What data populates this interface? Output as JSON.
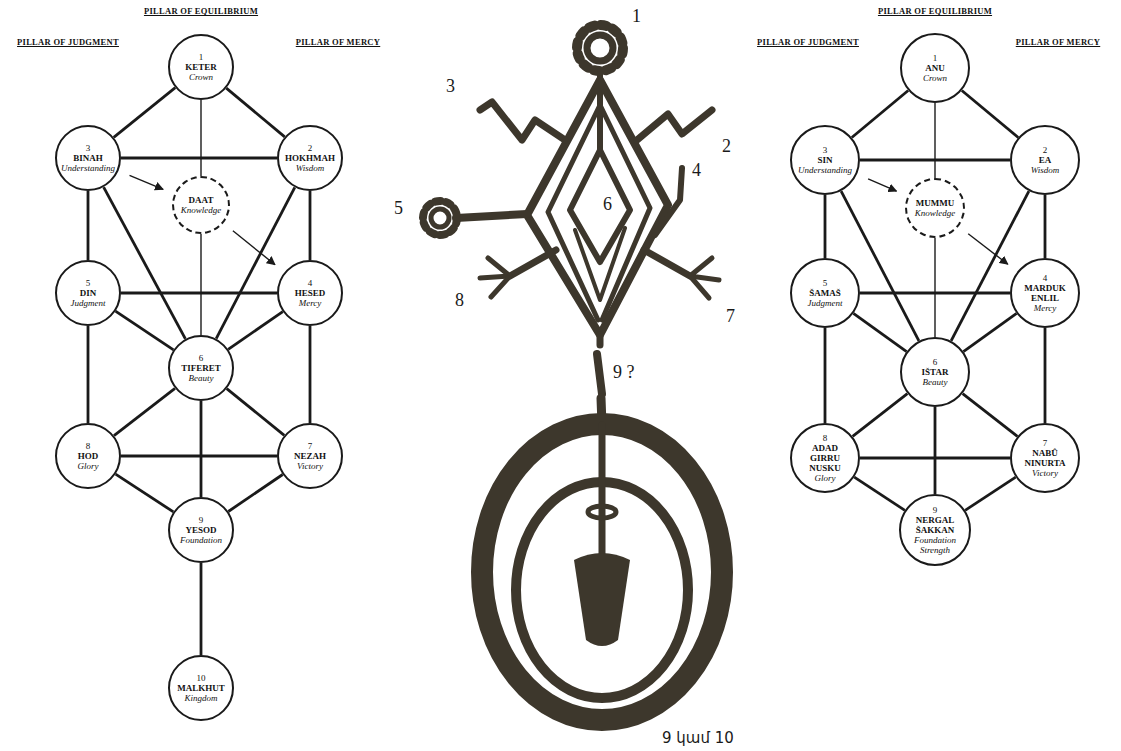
{
  "diagram": {
    "nodes": [
      {
        "text": [
          "1",
          "KETER",
          "Crown"
        ]
      },
      {
        "text": [
          "3",
          "BINAH",
          "Understanding"
        ]
      },
      {
        "text": [
          "2",
          "HOKHMAH",
          "Wisdom"
        ]
      },
      {
        "text": [
          "DAAT",
          "Knowledge"
        ]
      },
      {
        "text": [
          "5",
          "DIN",
          "Judgment"
        ]
      },
      {
        "text": [
          "4",
          "HESED",
          "Mercy"
        ]
      },
      {
        "text": [
          "6",
          "TIFERET",
          "Beauty"
        ]
      },
      {
        "text": [
          "8",
          "HOD",
          "Glory"
        ]
      },
      {
        "text": [
          "7",
          "NEZAH",
          "Victory"
        ]
      },
      {
        "text": [
          "9",
          "YESOD",
          "Foundation"
        ]
      },
      {
        "text": [
          "10",
          "MALKHUT",
          "Kingdom"
        ]
      },
      {
        "text": [
          "1",
          "ANU",
          "Crown"
        ]
      },
      {
        "text": [
          "3",
          "SIN",
          "Understanding"
        ]
      },
      {
        "text": [
          "2",
          "EA",
          "Wisdom"
        ]
      },
      {
        "text": [
          "MUMMU",
          "Knowledge"
        ]
      },
      {
        "text": [
          "5",
          "ŠAMAŠ",
          "Judgment"
        ]
      },
      {
        "text": [
          "4",
          "MARDUK ENLIL",
          "Mercy"
        ]
      },
      {
        "text": [
          "6",
          "IŠTAR",
          "Beauty"
        ]
      },
      {
        "text": [
          "8",
          "ADAD GIRRU NUSKU",
          "Glory"
        ]
      },
      {
        "text": [
          "7",
          "NABÛ NINURTA",
          "Victory"
        ]
      },
      {
        "text": [
          "9",
          "NERGAL ŠAKKAN",
          "Foundation Strength"
        ]
      }
    ],
    "edges": [
      {
        "from": 0,
        "to": 2,
        "arrow": "none"
      },
      {
        "from": 0,
        "to": 1,
        "arrow": "none"
      },
      {
        "from": 0,
        "to": 3,
        "arrow": "none"
      },
      {
        "from": 3,
        "to": 6,
        "arrow": "none"
      },
      {
        "from": 1,
        "to": 2,
        "arrow": "none"
      },
      {
        "from": 1,
        "to": 3,
        "arrow": "to"
      },
      {
        "from": 3,
        "to": 5,
        "arrow": "to"
      },
      {
        "from": 1,
        "to": 4,
        "arrow": "none"
      },
      {
        "from": 1,
        "to": 6,
        "arrow": "none"
      },
      {
        "from": 2,
        "to": 5,
        "arrow": "none"
      },
      {
        "from": 2,
        "to": 6,
        "arrow": "none"
      },
      {
        "from": 4,
        "to": 5,
        "arrow": "none"
      },
      {
        "from": 4,
        "to": 6,
        "arrow": "none"
      },
      {
        "from": 5,
        "to": 6,
        "arrow": "none"
      },
      {
        "from": 4,
        "to": 7,
        "arrow": "none"
      },
      {
        "from": 5,
        "to": 8,
        "arrow": "none"
      },
      {
        "from": 6,
        "to": 7,
        "arrow": "none"
      },
      {
        "from": 6,
        "to": 8,
        "arrow": "none"
      },
      {
        "from": 6,
        "to": 9,
        "arrow": "none"
      },
      {
        "from": 7,
        "to": 8,
        "arrow": "none"
      },
      {
        "from": 7,
        "to": 9,
        "arrow": "none"
      },
      {
        "from": 8,
        "to": 9,
        "arrow": "none"
      },
      {
        "from": 9,
        "to": 10,
        "arrow": "none"
      },
      {
        "from": 11,
        "to": 13,
        "arrow": "none"
      },
      {
        "from": 11,
        "to": 12,
        "arrow": "none"
      },
      {
        "from": 11,
        "to": 14,
        "arrow": "none"
      },
      {
        "from": 14,
        "to": 17,
        "arrow": "none"
      },
      {
        "from": 12,
        "to": 13,
        "arrow": "none"
      },
      {
        "from": 12,
        "to": 14,
        "arrow": "to"
      },
      {
        "from": 14,
        "to": 16,
        "arrow": "to"
      },
      {
        "from": 12,
        "to": 15,
        "arrow": "none"
      },
      {
        "from": 12,
        "to": 17,
        "arrow": "none"
      },
      {
        "from": 13,
        "to": 16,
        "arrow": "none"
      },
      {
        "from": 13,
        "to": 17,
        "arrow": "none"
      },
      {
        "from": 15,
        "to": 16,
        "arrow": "none"
      },
      {
        "from": 15,
        "to": 17,
        "arrow": "none"
      },
      {
        "from": 16,
        "to": 17,
        "arrow": "none"
      },
      {
        "from": 15,
        "to": 18,
        "arrow": "none"
      },
      {
        "from": 16,
        "to": 19,
        "arrow": "none"
      },
      {
        "from": 17,
        "to": 18,
        "arrow": "none"
      },
      {
        "from": 17,
        "to": 19,
        "arrow": "none"
      },
      {
        "from": 17,
        "to": 20,
        "arrow": "none"
      },
      {
        "from": 18,
        "to": 19,
        "arrow": "none"
      },
      {
        "from": 18,
        "to": 20,
        "arrow": "none"
      },
      {
        "from": 19,
        "to": 20,
        "arrow": "none"
      }
    ],
    "labels": [
      "PILLAR OF EQUILIBRIUM",
      "PILLAR OF JUDGMENT",
      "PILLAR OF MERCY",
      "1",
      "3",
      "2",
      "5",
      "6",
      "4",
      "8",
      "7",
      "9 ?",
      "9 կամ 10",
      "PILLAR OF EQUILIBRIUM",
      "PILLAR OF JUDGMENT",
      "PILLAR OF MERCY"
    ]
  }
}
